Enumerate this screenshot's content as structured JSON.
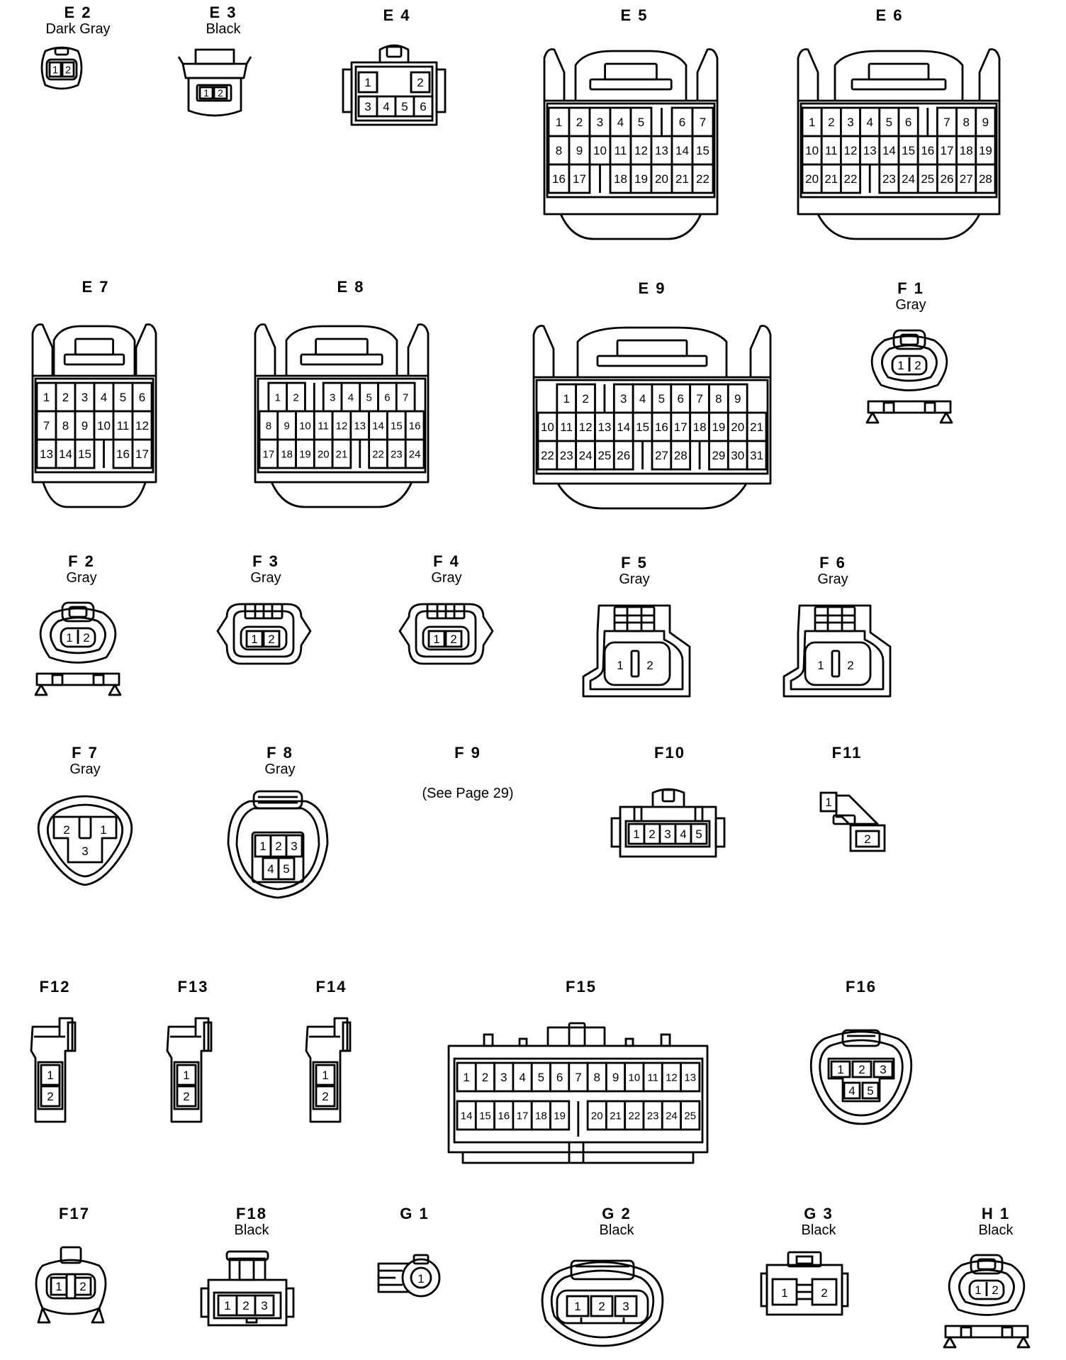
{
  "connectors": [
    {
      "id": "E 2",
      "color": "Dark Gray",
      "pins": [
        "1",
        "2"
      ]
    },
    {
      "id": "E 3",
      "color": "Black",
      "pins": [
        "1",
        "2"
      ]
    },
    {
      "id": "E 4",
      "color": "",
      "pins": [
        "1",
        "2",
        "3",
        "4",
        "5",
        "6"
      ]
    },
    {
      "id": "E 5",
      "color": "",
      "pins": [
        "1",
        "2",
        "3",
        "4",
        "5",
        "6",
        "7",
        "8",
        "9",
        "10",
        "11",
        "12",
        "13",
        "14",
        "15",
        "16",
        "17",
        "18",
        "19",
        "20",
        "21",
        "22"
      ]
    },
    {
      "id": "E 6",
      "color": "",
      "pins": [
        "1",
        "2",
        "3",
        "4",
        "5",
        "6",
        "7",
        "8",
        "9",
        "10",
        "11",
        "12",
        "13",
        "14",
        "15",
        "16",
        "17",
        "18",
        "19",
        "20",
        "21",
        "22",
        "23",
        "24",
        "25",
        "26",
        "27",
        "28"
      ]
    },
    {
      "id": "E 7",
      "color": "",
      "pins": [
        "1",
        "2",
        "3",
        "4",
        "5",
        "6",
        "7",
        "8",
        "9",
        "10",
        "11",
        "12",
        "13",
        "14",
        "15",
        "16",
        "17"
      ]
    },
    {
      "id": "E 8",
      "color": "",
      "pins": [
        "1",
        "2",
        "3",
        "4",
        "5",
        "6",
        "7",
        "8",
        "9",
        "10",
        "11",
        "12",
        "13",
        "14",
        "15",
        "16",
        "17",
        "18",
        "19",
        "20",
        "21",
        "22",
        "23",
        "24"
      ]
    },
    {
      "id": "E 9",
      "color": "",
      "pins": [
        "1",
        "2",
        "3",
        "4",
        "5",
        "6",
        "7",
        "8",
        "9",
        "10",
        "11",
        "12",
        "13",
        "14",
        "15",
        "16",
        "17",
        "18",
        "19",
        "20",
        "21",
        "22",
        "23",
        "24",
        "25",
        "26",
        "27",
        "28",
        "29",
        "30",
        "31"
      ]
    },
    {
      "id": "F 1",
      "color": "Gray",
      "pins": [
        "1",
        "2"
      ]
    },
    {
      "id": "F 2",
      "color": "Gray",
      "pins": [
        "1",
        "2"
      ]
    },
    {
      "id": "F 3",
      "color": "Gray",
      "pins": [
        "1",
        "2"
      ]
    },
    {
      "id": "F 4",
      "color": "Gray",
      "pins": [
        "1",
        "2"
      ]
    },
    {
      "id": "F 5",
      "color": "Gray",
      "pins": [
        "1",
        "2"
      ]
    },
    {
      "id": "F 6",
      "color": "Gray",
      "pins": [
        "1",
        "2"
      ]
    },
    {
      "id": "F 7",
      "color": "Gray",
      "pins": [
        "2",
        "1",
        "3"
      ]
    },
    {
      "id": "F 8",
      "color": "Gray",
      "pins": [
        "1",
        "2",
        "3",
        "4",
        "5"
      ]
    },
    {
      "id": "F 9",
      "color": "",
      "note": "(See Page 29)",
      "pins": []
    },
    {
      "id": "F10",
      "color": "",
      "pins": [
        "1",
        "2",
        "3",
        "4",
        "5"
      ]
    },
    {
      "id": "F11",
      "color": "",
      "pins": [
        "1",
        "2"
      ]
    },
    {
      "id": "F12",
      "color": "",
      "pins": [
        "1",
        "2"
      ]
    },
    {
      "id": "F13",
      "color": "",
      "pins": [
        "1",
        "2"
      ]
    },
    {
      "id": "F14",
      "color": "",
      "pins": [
        "1",
        "2"
      ]
    },
    {
      "id": "F15",
      "color": "",
      "pins": [
        "1",
        "2",
        "3",
        "4",
        "5",
        "6",
        "7",
        "8",
        "9",
        "10",
        "11",
        "12",
        "13",
        "14",
        "15",
        "16",
        "17",
        "18",
        "19",
        "20",
        "21",
        "22",
        "23",
        "24",
        "25"
      ]
    },
    {
      "id": "F16",
      "color": "",
      "pins": [
        "1",
        "2",
        "3",
        "4",
        "5"
      ]
    },
    {
      "id": "F17",
      "color": "",
      "pins": [
        "1",
        "2"
      ]
    },
    {
      "id": "F18",
      "color": "Black",
      "pins": [
        "1",
        "2",
        "3"
      ]
    },
    {
      "id": "G 1",
      "color": "",
      "pins": [
        "1"
      ]
    },
    {
      "id": "G 2",
      "color": "Black",
      "pins": [
        "1",
        "2",
        "3"
      ]
    },
    {
      "id": "G 3",
      "color": "Black",
      "pins": [
        "1",
        "2"
      ]
    },
    {
      "id": "H 1",
      "color": "Black",
      "pins": [
        "1",
        "2"
      ]
    }
  ]
}
